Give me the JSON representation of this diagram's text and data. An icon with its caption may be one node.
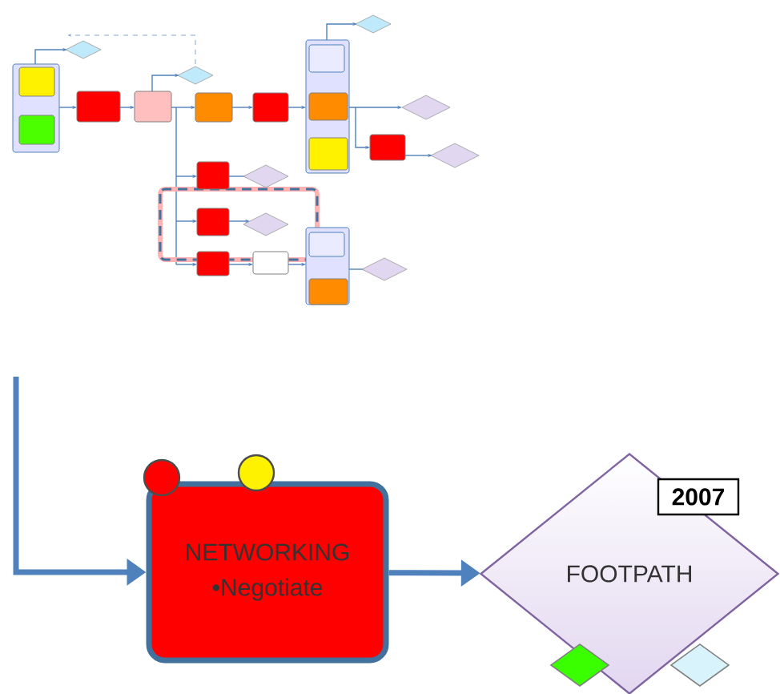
{
  "diagram": {
    "nodes": [
      {
        "text": [
          "NETWORKING",
          "•Negotiate"
        ]
      },
      {
        "text": [
          "2007",
          "FOOTPATH"
        ]
      }
    ],
    "edges": [
      {
        "from": null,
        "to": 0,
        "arrow": "to"
      },
      {
        "from": 0,
        "to": 1,
        "arrow": "to"
      }
    ]
  }
}
